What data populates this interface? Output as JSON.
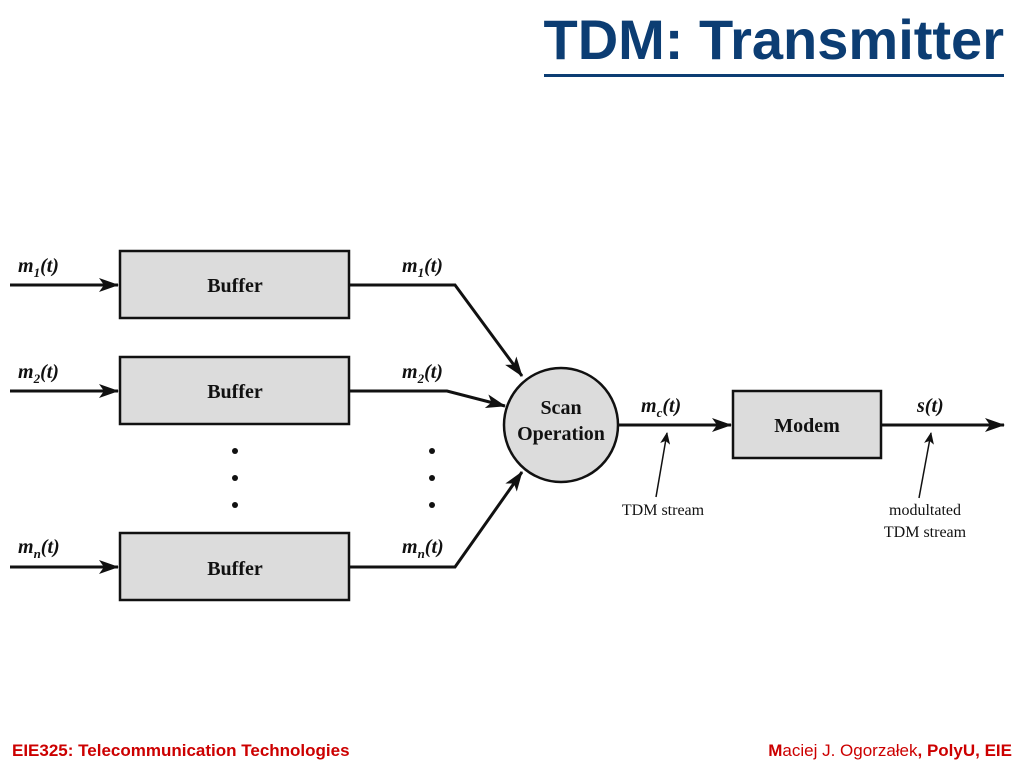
{
  "slide": {
    "title": "TDM: Transmitter"
  },
  "diagram": {
    "buffer_label": "Buffer",
    "scan_label_line1": "Scan",
    "scan_label_line2": "Operation",
    "modem_label": "Modem",
    "inputs": [
      {
        "letter": "m",
        "sub": "1",
        "arg": "(t)"
      },
      {
        "letter": "m",
        "sub": "2",
        "arg": "(t)"
      },
      {
        "letter": "m",
        "sub": "n",
        "arg": "(t)"
      }
    ],
    "composite": {
      "letter": "m",
      "sub": "c",
      "arg": "(t)"
    },
    "output": {
      "text": "s(t)"
    },
    "tdm_stream_label": "TDM stream",
    "modulated_label_line1": "modultated",
    "modulated_label_line2": "TDM stream"
  },
  "footer": {
    "course": "EIE325: Telecommunication Technologies",
    "author_initial": "M",
    "author_rest": "aciej J. Ogorzałek",
    "affiliation": ", PolyU, EIE"
  },
  "colors": {
    "title": "#0c3d73",
    "footer": "#cc0000",
    "box_fill": "#dcdcdc"
  }
}
